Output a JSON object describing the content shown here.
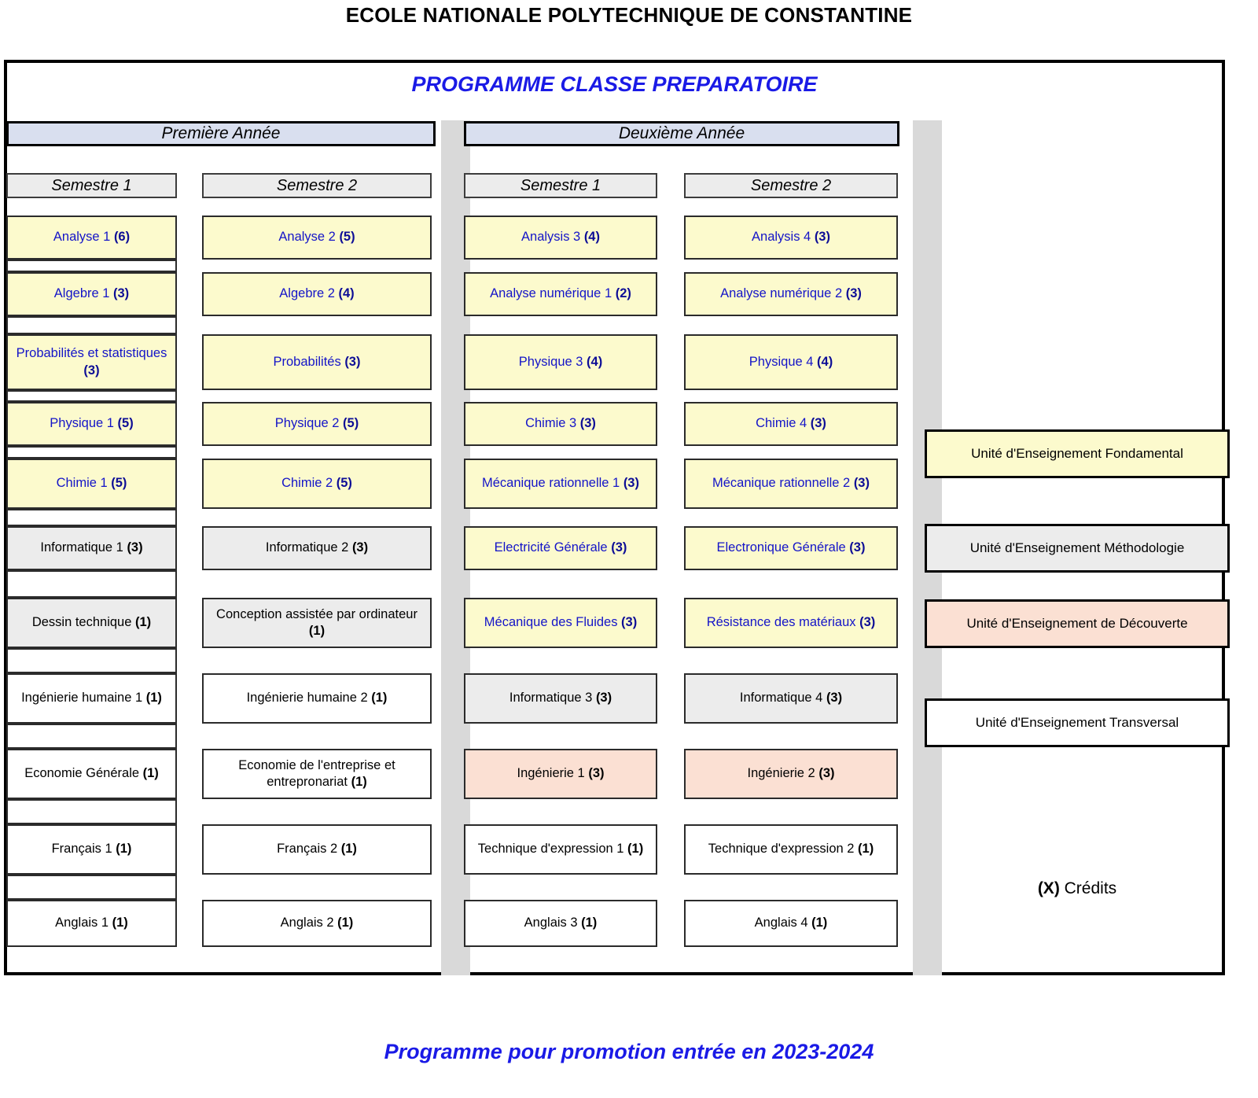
{
  "school_title": "ECOLE NATIONALE POLYTECHNIQUE DE CONSTANTINE",
  "programme_title": "PROGRAMME CLASSE PREPARATOIRE",
  "footer_note": "Programme pour promotion entrée en 2023-2024",
  "years": [
    {
      "label": "Première Année"
    },
    {
      "label": "Deuxième Année"
    }
  ],
  "semesters": [
    {
      "label": "Semestre 1"
    },
    {
      "label": "Semestre 2"
    },
    {
      "label": "Semestre 1"
    },
    {
      "label": "Semestre 2"
    }
  ],
  "colors": {
    "fondamental": "#fcfacd",
    "methodologie": "#ececec",
    "decouverte": "#fbe0d3",
    "transversal": "#ffffff",
    "year_banner": "#d9dfef",
    "separator_band": "#d9d9d9",
    "title_blue": "#1a1ae6",
    "course_text_blue": "#1414c8"
  },
  "legend": {
    "items": [
      {
        "label": "Unité d'Enseignement Fondamental",
        "unit": "fondamental"
      },
      {
        "label": "Unité d'Enseignement Méthodologie",
        "unit": "methodologie"
      },
      {
        "label": "Unité d'Enseignement de Découverte",
        "unit": "decouverte"
      },
      {
        "label": "Unité d'Enseignement Transversal",
        "unit": "transversal"
      }
    ],
    "credits_marker": "(X)",
    "credits_label": "Crédits"
  },
  "columns": [
    {
      "year": "Première Année",
      "semester": "Semestre 1",
      "courses": [
        {
          "name": "Analyse 1",
          "credits": "(6)",
          "unit": "fondamental"
        },
        {
          "name": "Algebre 1",
          "credits": "(3)",
          "unit": "fondamental"
        },
        {
          "name": "Probabilités et statistiques",
          "credits": "(3)",
          "unit": "fondamental"
        },
        {
          "name": "Physique 1",
          "credits": "(5)",
          "unit": "fondamental"
        },
        {
          "name": "Chimie 1",
          "credits": "(5)",
          "unit": "fondamental"
        },
        {
          "name": "Informatique 1",
          "credits": "(3)",
          "unit": "methodologie"
        },
        {
          "name": "Dessin technique",
          "credits": "(1)",
          "unit": "methodologie"
        },
        {
          "name": "Ingénierie humaine 1",
          "credits": "(1)",
          "unit": "transversal"
        },
        {
          "name": "Economie Générale",
          "credits": "(1)",
          "unit": "transversal"
        },
        {
          "name": "Français 1",
          "credits": "(1)",
          "unit": "transversal"
        },
        {
          "name": "Anglais 1",
          "credits": "(1)",
          "unit": "transversal"
        }
      ]
    },
    {
      "year": "Première Année",
      "semester": "Semestre 2",
      "courses": [
        {
          "name": "Analyse 2",
          "credits": "(5)",
          "unit": "fondamental"
        },
        {
          "name": "Algebre 2",
          "credits": "(4)",
          "unit": "fondamental"
        },
        {
          "name": "Probabilités",
          "credits": "(3)",
          "unit": "fondamental"
        },
        {
          "name": "Physique 2",
          "credits": "(5)",
          "unit": "fondamental"
        },
        {
          "name": "Chimie 2",
          "credits": "(5)",
          "unit": "fondamental"
        },
        {
          "name": "Informatique 2",
          "credits": "(3)",
          "unit": "methodologie"
        },
        {
          "name": "Conception assistée par ordinateur",
          "credits": "(1)",
          "unit": "methodologie"
        },
        {
          "name": "Ingénierie humaine 2",
          "credits": "(1)",
          "unit": "transversal"
        },
        {
          "name": "Economie de l'entreprise et entrepronariat",
          "credits": "(1)",
          "unit": "transversal"
        },
        {
          "name": "Français 2",
          "credits": "(1)",
          "unit": "transversal"
        },
        {
          "name": "Anglais 2",
          "credits": "(1)",
          "unit": "transversal"
        }
      ]
    },
    {
      "year": "Deuxième Année",
      "semester": "Semestre 1",
      "courses": [
        {
          "name": "Analysis 3",
          "credits": "(4)",
          "unit": "fondamental"
        },
        {
          "name": "Analyse numérique 1",
          "credits": "(2)",
          "unit": "fondamental"
        },
        {
          "name": "Physique 3",
          "credits": "(4)",
          "unit": "fondamental"
        },
        {
          "name": "Chimie 3",
          "credits": "(3)",
          "unit": "fondamental"
        },
        {
          "name": "Mécanique rationnelle 1",
          "credits": "(3)",
          "unit": "fondamental"
        },
        {
          "name": "Electricité Générale",
          "credits": "(3)",
          "unit": "fondamental"
        },
        {
          "name": "Mécanique des Fluides",
          "credits": "(3)",
          "unit": "fondamental"
        },
        {
          "name": "Informatique 3",
          "credits": "(3)",
          "unit": "methodologie"
        },
        {
          "name": "Ingénierie 1",
          "credits": "(3)",
          "unit": "decouverte"
        },
        {
          "name": "Technique d'expression 1",
          "credits": "(1)",
          "unit": "transversal"
        },
        {
          "name": "Anglais 3",
          "credits": "(1)",
          "unit": "transversal"
        }
      ]
    },
    {
      "year": "Deuxième Année",
      "semester": "Semestre 2",
      "courses": [
        {
          "name": "Analysis 4",
          "credits": "(3)",
          "unit": "fondamental"
        },
        {
          "name": "Analyse numérique 2",
          "credits": "(3)",
          "unit": "fondamental"
        },
        {
          "name": "Physique 4",
          "credits": "(4)",
          "unit": "fondamental"
        },
        {
          "name": "Chimie 4",
          "credits": "(3)",
          "unit": "fondamental"
        },
        {
          "name": "Mécanique rationnelle 2",
          "credits": "(3)",
          "unit": "fondamental"
        },
        {
          "name": "Electronique Générale",
          "credits": "(3)",
          "unit": "fondamental"
        },
        {
          "name": "Résistance des matériaux",
          "credits": "(3)",
          "unit": "fondamental"
        },
        {
          "name": "Informatique 4",
          "credits": "(3)",
          "unit": "methodologie"
        },
        {
          "name": "Ingénierie 2",
          "credits": "(3)",
          "unit": "decouverte"
        },
        {
          "name": "Technique d'expression 2",
          "credits": "(1)",
          "unit": "transversal"
        },
        {
          "name": "Anglais 4",
          "credits": "(1)",
          "unit": "transversal"
        }
      ]
    }
  ]
}
